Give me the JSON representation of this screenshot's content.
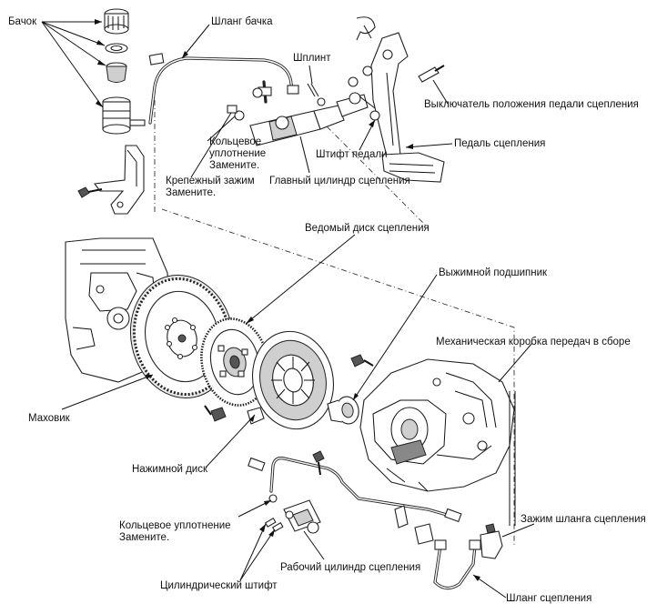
{
  "labels": {
    "reservoir": "Бачок",
    "reservoir_hose": "Шланг бачка",
    "cotter_pin": "Шплинт",
    "pedal_switch": "Выключатель положения педали сцепления",
    "clutch_pedal": "Педаль сцепления",
    "pedal_pin": "Штифт педали",
    "master_cylinder": "Главный цилиндр сцепления",
    "oring_top_1": "Кольцевое",
    "oring_top_2": "уплотнение",
    "oring_top_3": "Замените.",
    "clamp_1": "Крепежный зажим",
    "clamp_2": "Замените.",
    "clutch_disc": "Ведомый диск сцепления",
    "release_bearing": "Выжимной подшипник",
    "transmission": "Механическая коробка передач в сборе",
    "flywheel": "Маховик",
    "pressure_plate": "Нажимной диск",
    "oring_bottom_1": "Кольцевое уплотнение",
    "oring_bottom_2": "Замените.",
    "slave_cylinder": "Рабочий цилиндр сцепления",
    "dowel_pin": "Цилиндрический штифт",
    "hose_clamp": "Зажим шланга сцепления",
    "clutch_hose": "Шланг сцепления"
  }
}
